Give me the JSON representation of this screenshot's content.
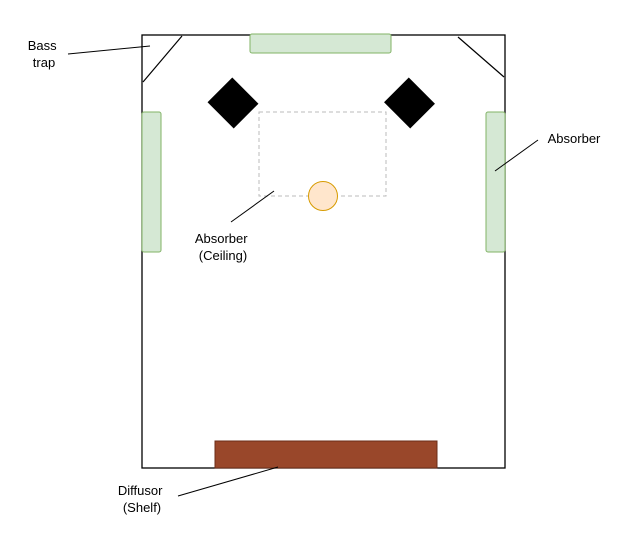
{
  "labels": {
    "bass_trap": [
      "Bass",
      "trap"
    ],
    "absorber_wall": [
      "Absorber"
    ],
    "absorber_ceiling": [
      "Absorber",
      "(Ceiling)"
    ],
    "diffusor": [
      "Diffusor",
      "(Shelf)"
    ]
  },
  "colors": {
    "room_outline": "#000000",
    "absorber_fill": "#d5e8d4",
    "absorber_stroke": "#82b366",
    "speaker_fill": "#000000",
    "listener_fill": "#ffe6cc",
    "listener_stroke": "#d79b00",
    "diffusor_fill": "#99472a",
    "diffusor_stroke": "#6b2d18",
    "ceiling_zone_stroke": "#bbbbbb"
  }
}
